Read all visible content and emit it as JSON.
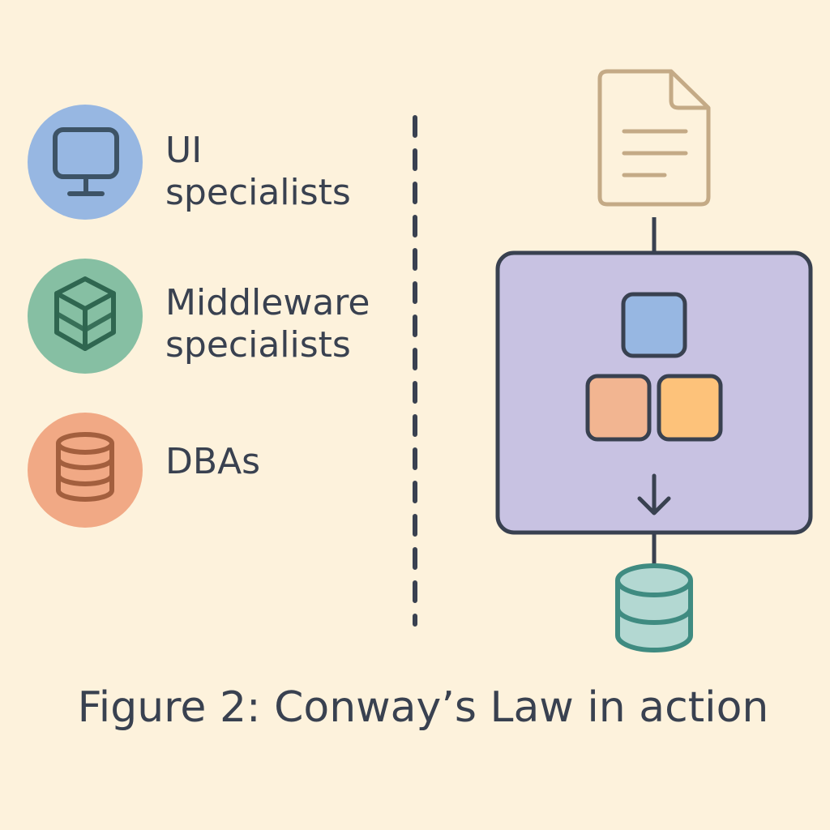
{
  "teams": [
    {
      "line1": "UI",
      "line2": "specialists",
      "icon": "monitor-icon",
      "circle_color": "#97b7e2",
      "icon_color": "#3d5366"
    },
    {
      "line1": "Middleware",
      "line2": "specialists",
      "icon": "cube-icon",
      "circle_color": "#86bfa3",
      "icon_color": "#2f6650"
    },
    {
      "line1": "DBAs",
      "line2": "",
      "icon": "database-icon",
      "circle_color": "#f1a985",
      "icon_color": "#a35f3e"
    }
  ],
  "system": {
    "document_icon": "document-icon",
    "document_color": "#c4aa86",
    "container_color": "#c8c2e2",
    "top_module_color": "#97b7e2",
    "left_module_color": "#f2b591",
    "right_module_color": "#fdc27a",
    "arrow_icon": "arrow-down-icon",
    "database_icon": "database-icon",
    "database_color": "#b3d8d2",
    "database_stroke": "#3f8b81",
    "outline_color": "#394150"
  },
  "caption": "Figure 2: Conway’s Law in action"
}
